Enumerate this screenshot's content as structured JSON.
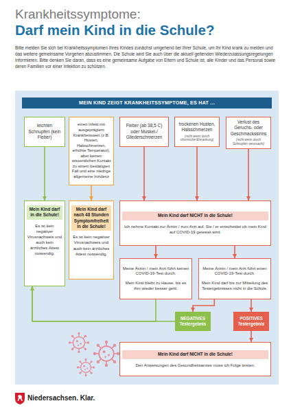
{
  "diagram": {
    "title": "Krankheitssymptome:",
    "nodes": [
      {
        "text": [
          "MEIN KIND ZEIGT KRANKHEITSSYMPTOME, ES HAT ..."
        ]
      },
      {
        "text": [
          "leichten Schnupfen (kein Fieber)"
        ],
        "in": 0
      },
      {
        "text": [
          "einen Infekt mit ausgeprägtem Krankheitswert (z.B. Husten, Halsschmerzen, erhöhte Temperatur), aber keinen wissentlichen Kontakt zu einem bestätigten Fall und eine niedrige allgemeine Inzidenz"
        ],
        "in": 0
      },
      {
        "text": [
          "Fieber (ab 38,5 C) oder Muskel-/ Gliederschmerzen"
        ],
        "in": 0
      },
      {
        "text": [
          "trockenen Husten, Halsschmerzen",
          "(nicht wenn durch chronische Erkrankung)"
        ],
        "in": 0
      },
      {
        "text": [
          "Verlust des Geruchs- oder Geschmackssinns",
          "(nicht wenn durch Schnupfen verursacht)"
        ],
        "in": 0
      },
      {
        "text": [
          "Mein Kind darf in die Schule!",
          "Es ist kein negativer Virusnachweis und auch kein ärztliches Attest notwendig."
        ],
        "in": 0
      },
      {
        "text": [
          "Mein Kind darf nach 48 Stunden Symptomfreiheit in die Schule!",
          "Es ist kein negativer Virusnachweis und auch kein ärztliches Attest notwendig."
        ],
        "in": 0
      },
      {
        "text": [
          "Mein Kind darf NICHT in die Schule!",
          "Ich nehme Kontakt zur Ärztin / zum Arzt auf. Sie / er entscheidet ob mein Kind auf COVID-19 getestet wird."
        ],
        "in": 0
      },
      {
        "text": [
          "Meine Ärztin / mein Arzt führt keinen COVID-19-Test durch.",
          "Mein Kind bleibt zu Hause, bis es ihm wieder besser geht."
        ],
        "in": 0
      },
      {
        "text": [
          "Meine Ärztin / mein Arzt führt einen COVID-19-Test durch.",
          "Mein Kind darf bis zur Mitteilung des Testergebnisses nicht in die Schule."
        ],
        "in": 0
      },
      {
        "text": [
          "NEGATIVES Testergebnis"
        ],
        "in": 0
      },
      {
        "text": [
          "POSITIVES Testergebnis"
        ],
        "in": 0
      },
      {
        "text": [
          "Mein Kind darf NICHT in die Schule!",
          "Den Anweisungen des Gesundheitsamtes muss ich Folge leisten."
        ],
        "in": 0
      }
    ],
    "edges": [
      {
        "from": 1,
        "to": 6,
        "arrow": "to"
      },
      {
        "from": 2,
        "to": 7,
        "arrow": "to"
      },
      {
        "from": 3,
        "to": 8,
        "arrow": "to"
      },
      {
        "from": 4,
        "to": 8,
        "arrow": "to"
      },
      {
        "from": 5,
        "to": 8,
        "arrow": "to"
      },
      {
        "from": 8,
        "to": 9,
        "arrow": "to"
      },
      {
        "from": 8,
        "to": 10,
        "arrow": "to"
      },
      {
        "from": 10,
        "to": 11,
        "arrow": "to"
      },
      {
        "from": 10,
        "to": 12,
        "arrow": "to"
      },
      {
        "from": 9,
        "to": 6,
        "arrow": "to"
      },
      {
        "from": 11,
        "to": 6,
        "arrow": "to"
      },
      {
        "from": 12,
        "to": 13,
        "arrow": "to"
      }
    ],
    "labels": [
      "Darf mein Kind in die Schule?",
      "Bitte melden Sie sich bei Krankheitssymptomen Ihres Kindes zunächst umgehend bei Ihrer Schule, um Ihr Kind krank zu melden und das weitere gemeinsame Vorgehen abzustimmen. Die Schule wird Sie auch über die aktuell geltenden Wiederzulassungsregelungen informieren. Bitte denken Sie daran, dass es eine gemeinsame Aufgabe von Eltern und Schule ist, alle Kinder und das Personal sowie deren Familien vor einer Infektion zu schützen.",
      "Niedersachsen. Klar."
    ]
  }
}
